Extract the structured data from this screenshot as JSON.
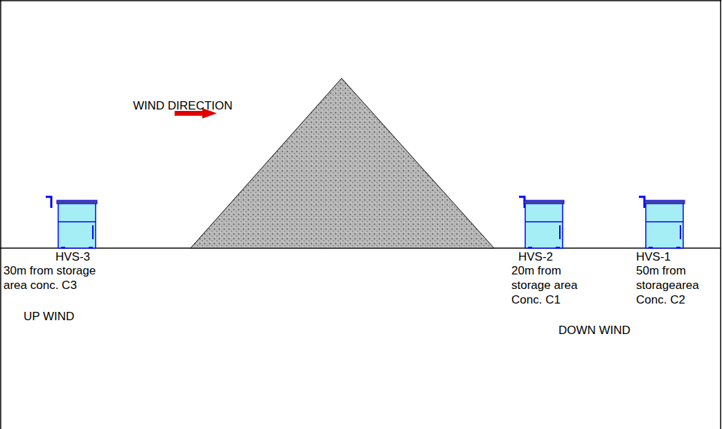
{
  "diagram": {
    "labels": [
      "WIND DIRECTION",
      "HVS-3",
      "30m from storage area conc. C3",
      "UP WIND",
      "HVS-2",
      "20m from storage area Conc. C1",
      "HVS-1",
      "50m from storagearea Conc. C2",
      "DOWN WIND"
    ]
  }
}
